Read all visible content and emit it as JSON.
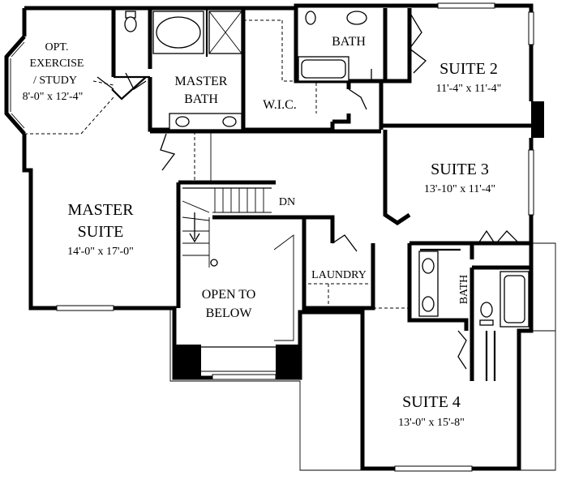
{
  "rooms": {
    "exercise": {
      "line1": "OPT.",
      "line2": "EXERCISE",
      "line3": "/ STUDY",
      "dims": "8'-0\" x 12'-4\""
    },
    "master_bath": {
      "line1": "MASTER",
      "line2": "BATH"
    },
    "wic": {
      "label": "W.I.C."
    },
    "bath_top": {
      "label": "BATH"
    },
    "suite2": {
      "label": "SUITE 2",
      "dims": "11'-4\" x 11'-4\""
    },
    "suite3": {
      "label": "SUITE 3",
      "dims": "13'-10\" x 11'-4\""
    },
    "master_suite": {
      "line1": "MASTER",
      "line2": "SUITE",
      "dims": "14'-0\" x 17'-0\""
    },
    "stairs": {
      "label": "DN"
    },
    "laundry": {
      "label": "LAUNDRY"
    },
    "open_below": {
      "line1": "OPEN TO",
      "line2": "BELOW"
    },
    "bath_side": {
      "label": "BATH"
    },
    "suite4": {
      "label": "SUITE 4",
      "dims": "13'-0\" x 15'-8\""
    }
  }
}
